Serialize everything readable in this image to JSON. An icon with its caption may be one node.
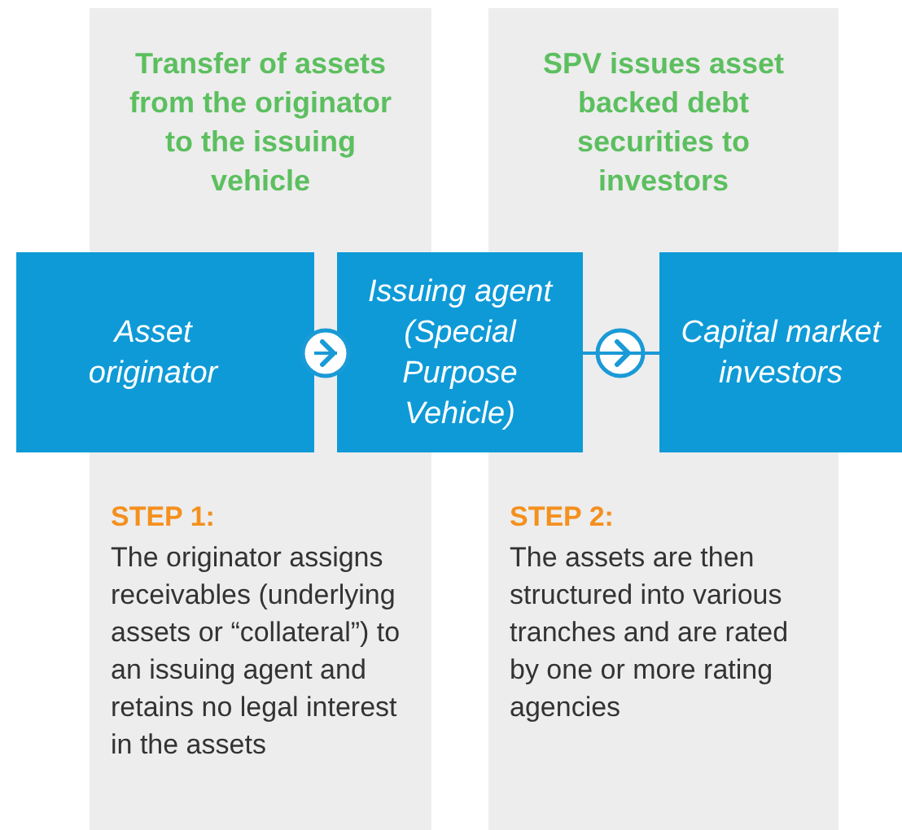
{
  "diagram": {
    "nodes": [
      {
        "text": [
          "Asset originator"
        ]
      },
      {
        "text": [
          "Issuing agent (Special Purpose Vehicle)"
        ]
      },
      {
        "text": [
          "Capital market investors"
        ]
      }
    ],
    "edges": [
      {
        "from": 0,
        "to": 1,
        "arrow": "to"
      },
      {
        "from": 1,
        "to": 2,
        "arrow": "to"
      }
    ],
    "labels": [
      "Transfer of assets from the originator to the issuing vehicle",
      "SPV issues asset backed debt securities to investors",
      "STEP 1:",
      "The originator assigns receivables (underlying assets or “collateral”) to an issuing agent and retains no legal interest in the assets",
      "STEP 2:",
      "The assets are then structured into various tranches and are rated by one or more rating agencies"
    ]
  }
}
